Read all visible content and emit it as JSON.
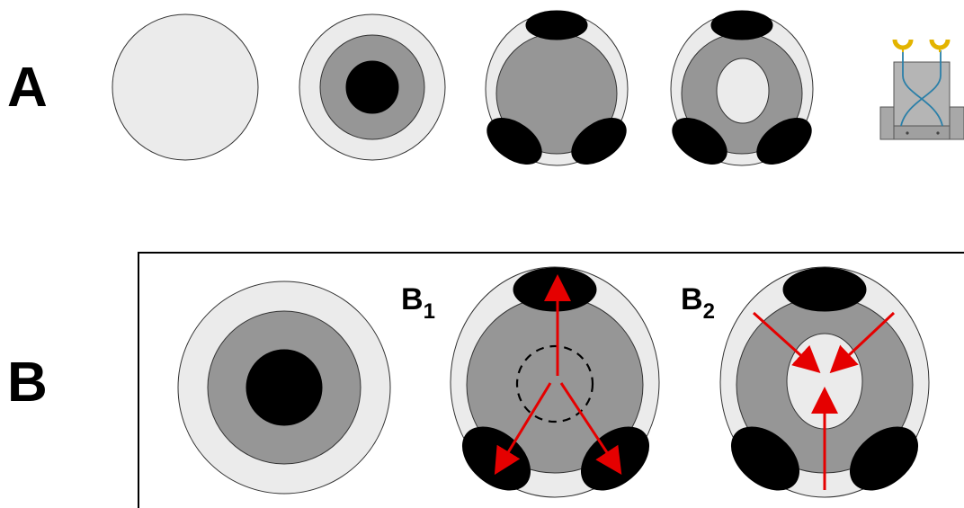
{
  "panels": {
    "a": {
      "letter": "A"
    },
    "b": {
      "letter": "B",
      "sub1": {
        "main": "B",
        "sub": "1"
      },
      "sub2": {
        "main": "B",
        "sub": "2"
      }
    }
  },
  "colors": {
    "light_gray": "#ebebeb",
    "mid_gray": "#969696",
    "black": "#000000",
    "arrow_red": "#e50000",
    "wire_blue": "#2a7fa8",
    "electrode_gold": "#e3b400",
    "chip_gray": "#a8a8a8"
  },
  "icons": {
    "microfluidic_chip": "microfluidic-chip-icon"
  }
}
